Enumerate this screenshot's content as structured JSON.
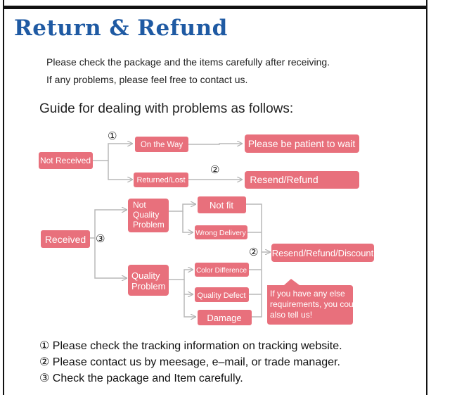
{
  "title": "Return & Refund",
  "intro": [
    "Please check the package and the items carefully after receiving.",
    "If any problems, please feel free to contact us."
  ],
  "guide_heading": "Guide for dealing with problems as follows:",
  "flow": {
    "not_received": "Not Received",
    "on_the_way": "On the Way",
    "returned_lost": "Returned/Lost",
    "wait": "Please be patient to wait",
    "resend_refund": "Resend/Refund",
    "received": "Received",
    "not_quality": [
      "Not",
      "Quality",
      "Problem"
    ],
    "quality": [
      "Quality",
      "Problem"
    ],
    "not_fit": "Not fit",
    "wrong_delivery": "Wrong Delivery",
    "color_difference": "Color Difference",
    "quality_defect": "Quality Defect",
    "damage": "Damage",
    "resend_refund_discount": "Resend/Refund/Discount",
    "else_note": [
      "If you have any else",
      "requirements, you could",
      "also tell us!"
    ],
    "mark1": "①",
    "mark2": "②",
    "mark3": "③"
  },
  "notes": [
    "① Please check the tracking information on tracking website.",
    "② Please contact us by meesage, e–mail, or trade manager.",
    "③ Check the package and Item carefully."
  ],
  "colors": {
    "title": "#1f5aa3",
    "box": "#e8707c",
    "line": "#b8b8b8"
  }
}
